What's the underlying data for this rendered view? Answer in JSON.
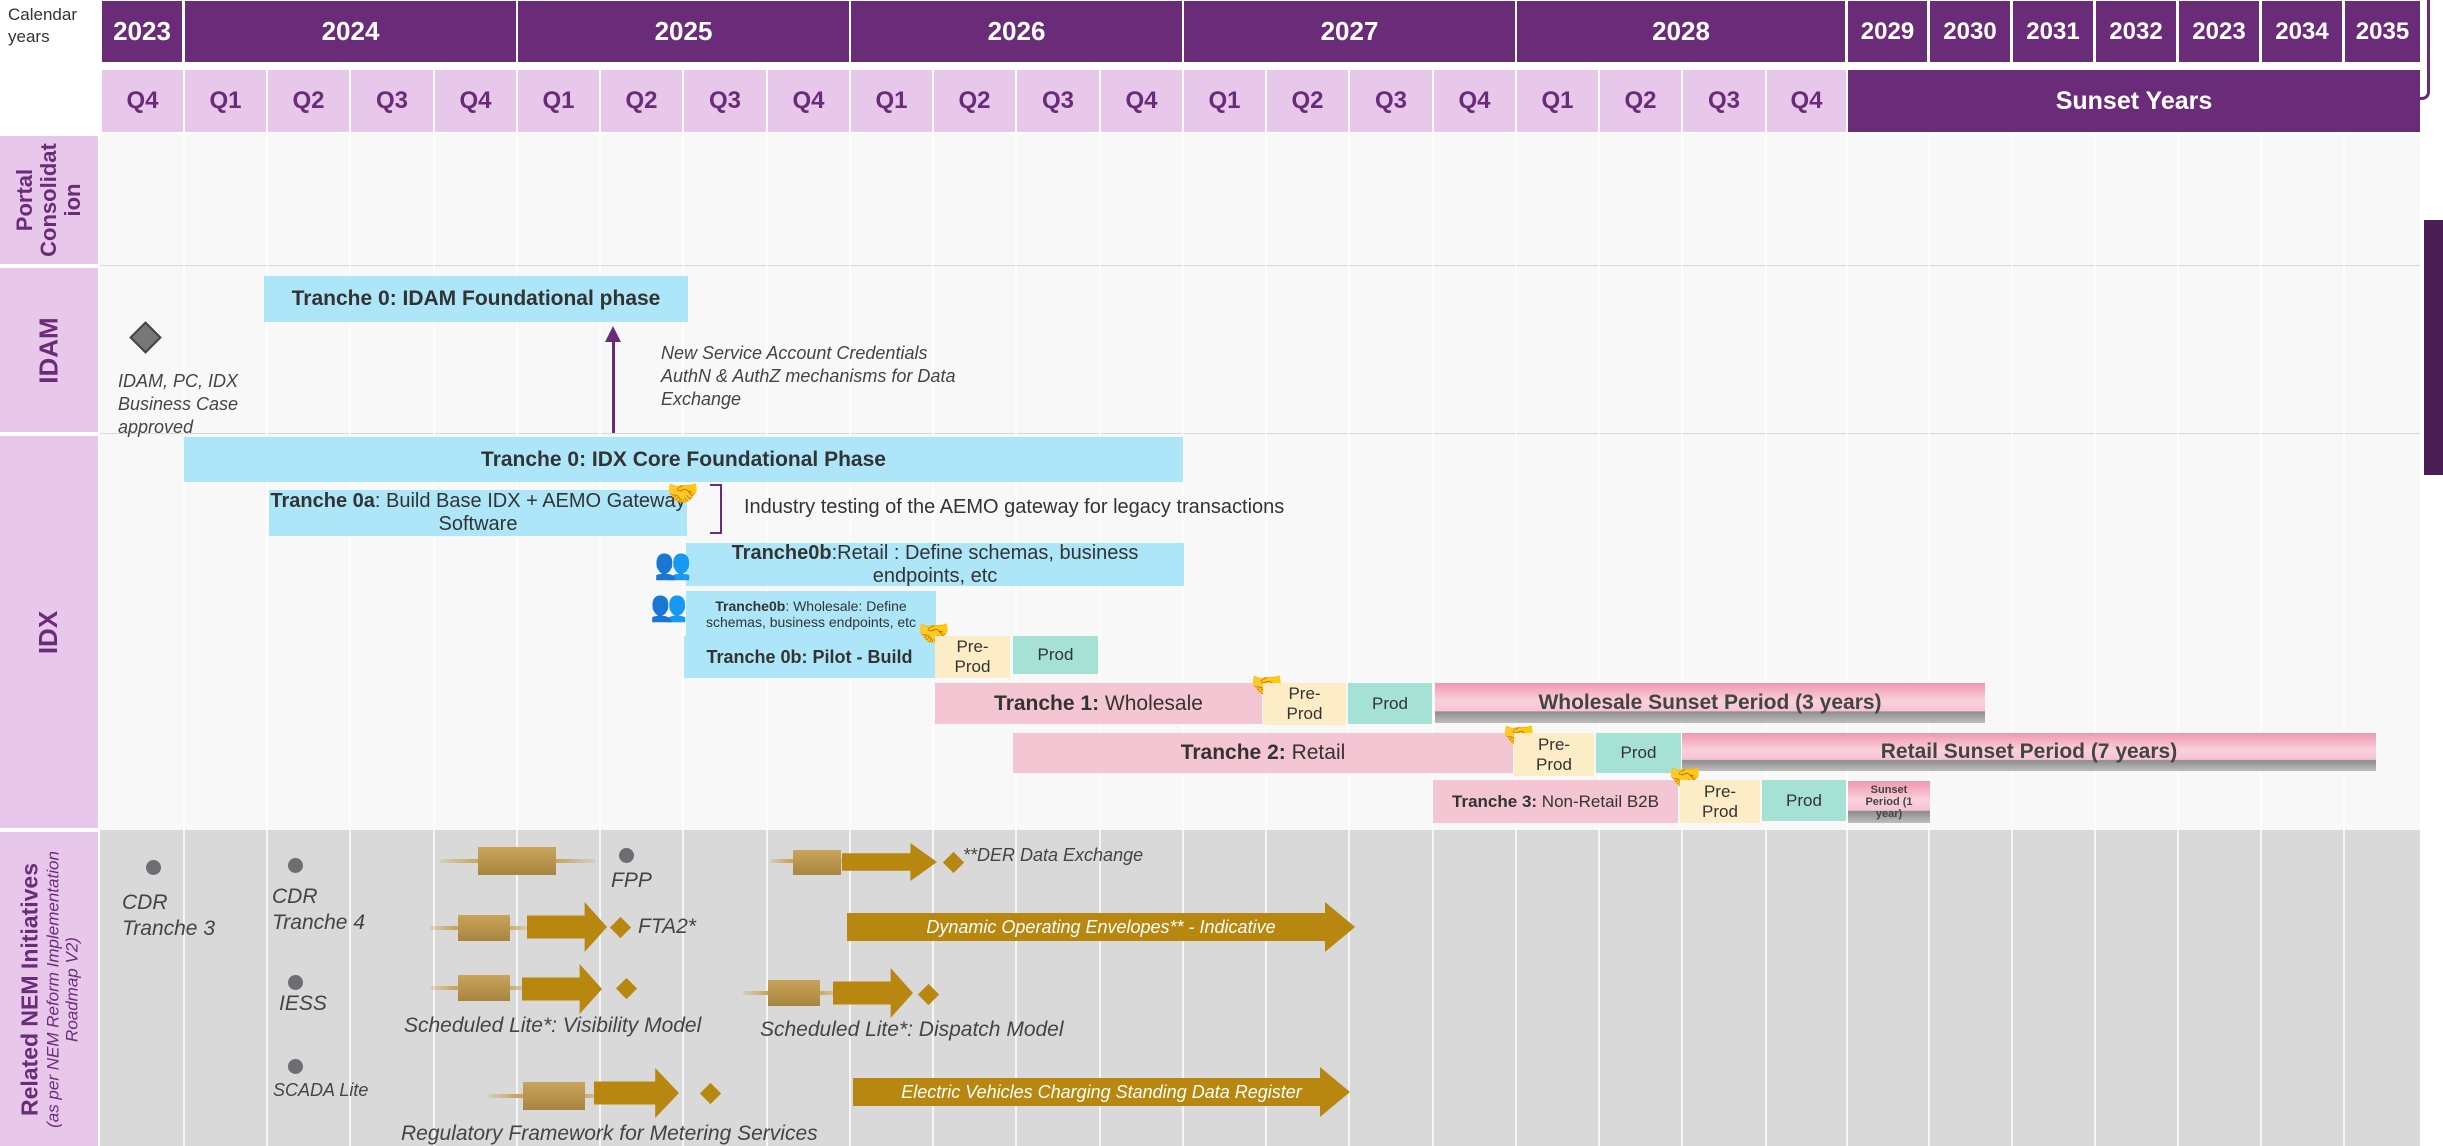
{
  "header": {
    "calendar_label": "Calendar years",
    "years": [
      {
        "label": "2023"
      },
      {
        "label": "2024"
      },
      {
        "label": "2025"
      },
      {
        "label": "2026"
      },
      {
        "label": "2027"
      },
      {
        "label": "2028"
      },
      {
        "label": "2029"
      },
      {
        "label": "2030"
      },
      {
        "label": "2031"
      },
      {
        "label": "2032"
      },
      {
        "label": "2023"
      },
      {
        "label": "2034"
      },
      {
        "label": "2035"
      }
    ],
    "quarters": [
      "Q4",
      "Q1",
      "Q2",
      "Q3",
      "Q4",
      "Q1",
      "Q2",
      "Q3",
      "Q4",
      "Q1",
      "Q2",
      "Q3",
      "Q4",
      "Q1",
      "Q2",
      "Q3",
      "Q4",
      "Q1",
      "Q2",
      "Q3",
      "Q4"
    ],
    "sunset_years_label": "Sunset Years"
  },
  "rows": {
    "portal": "Portal Consolidat ion",
    "idam": "IDAM",
    "idx": "IDX",
    "nem_title": "Related NEM Initiatives",
    "nem_subtitle": "(as per NEM Reform Implementation Roadmap V2)"
  },
  "idam": {
    "milestone_note": "IDAM, PC, IDX Business Case approved",
    "tranche0_bar": "Tranche 0: IDAM Foundational phase",
    "credentials_note": "New Service Account Credentials AuthN & AuthZ mechanisms for Data Exchange"
  },
  "idx": {
    "core_bar": "Tranche 0: IDX Core Foundational Phase",
    "t0a_bold": "Tranche 0a",
    "t0a_rest": ": Build Base IDX + AEMO Gateway Software",
    "industry_testing": "Industry testing of the AEMO gateway for legacy transactions",
    "t0b_retail_bold": "Tranche0b",
    "t0b_retail_rest": ":Retail : Define schemas, business endpoints, etc",
    "t0b_wholesale_bold": "Tranche0b",
    "t0b_wholesale_rest": ": Wholesale: Define schemas, business endpoints, etc",
    "t0b_pilot": "Tranche 0b: Pilot - Build",
    "preprod": "Pre-Prod",
    "prod": "Prod",
    "t1_bold": "Tranche 1:",
    "t1_rest": " Wholesale",
    "wholesale_sunset": "Wholesale Sunset Period (3 years)",
    "t2_bold": "Tranche 2:",
    "t2_rest": " Retail",
    "retail_sunset": "Retail Sunset Period (7 years)",
    "t3_bold": "Tranche 3:",
    "t3_rest": " Non-Retail B2B",
    "sunset_1yr": "Sunset Period (1 year)"
  },
  "nem": {
    "cdr3": "CDR Tranche 3",
    "cdr4": "CDR Tranche 4",
    "iess": "IESS",
    "scada": "SCADA Lite",
    "fpp": "FPP",
    "fta2": "FTA2*",
    "der": "**DER Data Exchange",
    "doe": "Dynamic Operating Envelopes** - Indicative",
    "visibility": "Scheduled Lite*: Visibility Model",
    "dispatch": "Scheduled Lite*: Dispatch Model",
    "ev": "Electric Vehicles Charging Standing Data Register",
    "metering": "Regulatory Framework for Metering Services"
  },
  "icons": {
    "handshake": "handshake-icon",
    "people": "people-group-icon",
    "milestone": "diamond-milestone-icon"
  },
  "colors": {
    "header_purple": "#6a2c79",
    "quarter_lilac": "#e8c8ea",
    "idx_blue": "#ade6f8",
    "tranche_pink": "#f4c5d2",
    "preprod_yellow": "#fdedc6",
    "prod_green": "#a6e1d6",
    "nem_gold": "#b8870f"
  }
}
